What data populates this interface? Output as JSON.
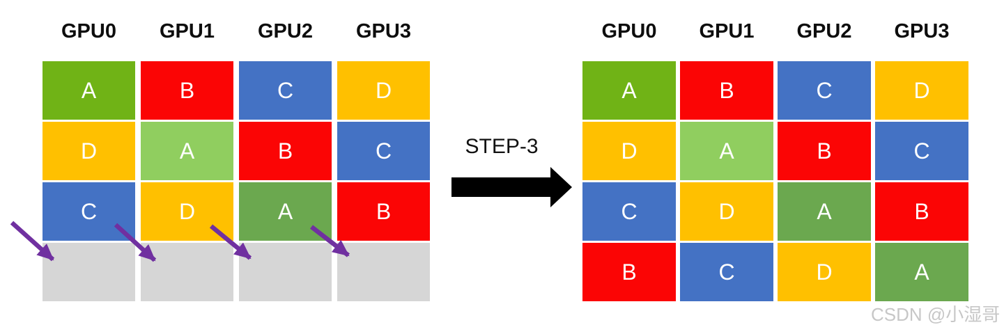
{
  "step_label": "STEP-3",
  "watermark": "CSDN @小湿哥",
  "colors": {
    "green_vivid": "#70B316",
    "green_light": "#90CE5F",
    "green_mid": "#6BA84F",
    "gold": "#FFC000",
    "red": "#FB0505",
    "blue": "#4472C4",
    "gray_empty": "#D6D6D6",
    "purple_arrow": "#7030A0",
    "step_arrow": "#000000"
  },
  "left_grid": {
    "headers": [
      "GPU0",
      "GPU1",
      "GPU2",
      "GPU3"
    ],
    "rows": [
      {
        "cells": [
          {
            "label": "A",
            "color": "#70B316"
          },
          {
            "label": "B",
            "color": "#FB0505"
          },
          {
            "label": "C",
            "color": "#4472C4"
          },
          {
            "label": "D",
            "color": "#FFC000"
          }
        ]
      },
      {
        "cells": [
          {
            "label": "D",
            "color": "#FFC000"
          },
          {
            "label": "A",
            "color": "#90CE5F"
          },
          {
            "label": "B",
            "color": "#FB0505"
          },
          {
            "label": "C",
            "color": "#4472C4"
          }
        ]
      },
      {
        "cells": [
          {
            "label": "C",
            "color": "#4472C4"
          },
          {
            "label": "D",
            "color": "#FFC000"
          },
          {
            "label": "A",
            "color": "#6BA84F"
          },
          {
            "label": "B",
            "color": "#FB0505"
          }
        ]
      },
      {
        "cells": [
          {
            "label": "",
            "color": "#D6D6D6"
          },
          {
            "label": "",
            "color": "#D6D6D6"
          },
          {
            "label": "",
            "color": "#D6D6D6"
          },
          {
            "label": "",
            "color": "#D6D6D6"
          }
        ]
      }
    ]
  },
  "right_grid": {
    "headers": [
      "GPU0",
      "GPU1",
      "GPU2",
      "GPU3"
    ],
    "rows": [
      {
        "cells": [
          {
            "label": "A",
            "color": "#70B316"
          },
          {
            "label": "B",
            "color": "#FB0505"
          },
          {
            "label": "C",
            "color": "#4472C4"
          },
          {
            "label": "D",
            "color": "#FFC000"
          }
        ]
      },
      {
        "cells": [
          {
            "label": "D",
            "color": "#FFC000"
          },
          {
            "label": "A",
            "color": "#90CE5F"
          },
          {
            "label": "B",
            "color": "#FB0505"
          },
          {
            "label": "C",
            "color": "#4472C4"
          }
        ]
      },
      {
        "cells": [
          {
            "label": "C",
            "color": "#4472C4"
          },
          {
            "label": "D",
            "color": "#FFC000"
          },
          {
            "label": "A",
            "color": "#6BA84F"
          },
          {
            "label": "B",
            "color": "#FB0505"
          }
        ]
      },
      {
        "cells": [
          {
            "label": "B",
            "color": "#FB0505"
          },
          {
            "label": "C",
            "color": "#4472C4"
          },
          {
            "label": "D",
            "color": "#FFC000"
          },
          {
            "label": "A",
            "color": "#6BA84F"
          }
        ]
      }
    ]
  }
}
